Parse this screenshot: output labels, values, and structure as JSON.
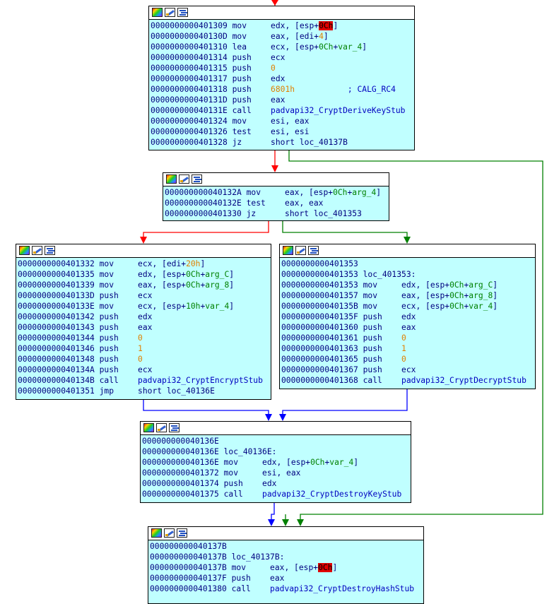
{
  "colors": {
    "node_bg": "#c0ffff",
    "edge_true": "#008000",
    "edge_false": "#ff0000",
    "edge_unconditional": "#0000ff",
    "highlight": "#e00000"
  },
  "icons": [
    "graph-color-icon",
    "edit-node-icon",
    "node-text-icon"
  ],
  "nodes": [
    {
      "lines": [
        [
          {
            "t": "0000000000401309 ",
            "c": "addr"
          },
          {
            "t": "mov     ",
            "c": "kw"
          },
          {
            "t": "edx, [esp+",
            "c": "kw"
          },
          {
            "t": "0Ch",
            "c": "hl"
          },
          {
            "t": "]",
            "c": "kw"
          }
        ],
        [
          {
            "t": "000000000040130D ",
            "c": "addr"
          },
          {
            "t": "mov     ",
            "c": "kw"
          },
          {
            "t": "eax, [edi+",
            "c": "kw"
          },
          {
            "t": "4",
            "c": "num"
          },
          {
            "t": "]",
            "c": "kw"
          }
        ],
        [
          {
            "t": "0000000000401310 ",
            "c": "addr"
          },
          {
            "t": "lea     ",
            "c": "kw"
          },
          {
            "t": "ecx, [esp+",
            "c": "kw"
          },
          {
            "t": "0Ch",
            "c": "grn"
          },
          {
            "t": "+",
            "c": "kw"
          },
          {
            "t": "var_4",
            "c": "grn"
          },
          {
            "t": "]",
            "c": "kw"
          }
        ],
        [
          {
            "t": "0000000000401314 ",
            "c": "addr"
          },
          {
            "t": "push    ",
            "c": "kw"
          },
          {
            "t": "ecx",
            "c": "kw"
          }
        ],
        [
          {
            "t": "0000000000401315 ",
            "c": "addr"
          },
          {
            "t": "push    ",
            "c": "kw"
          },
          {
            "t": "0",
            "c": "num"
          }
        ],
        [
          {
            "t": "0000000000401317 ",
            "c": "addr"
          },
          {
            "t": "push    ",
            "c": "kw"
          },
          {
            "t": "edx",
            "c": "kw"
          }
        ],
        [
          {
            "t": "0000000000401318 ",
            "c": "addr"
          },
          {
            "t": "push    ",
            "c": "kw"
          },
          {
            "t": "6801h",
            "c": "num"
          },
          {
            "t": "           ; CALG_RC4",
            "c": "cmt"
          }
        ],
        [
          {
            "t": "000000000040131D ",
            "c": "addr"
          },
          {
            "t": "push    ",
            "c": "kw"
          },
          {
            "t": "eax",
            "c": "kw"
          }
        ],
        [
          {
            "t": "000000000040131E ",
            "c": "addr"
          },
          {
            "t": "call    ",
            "c": "kw"
          },
          {
            "t": "padvapi32_CryptDeriveKeyStub",
            "c": "fn"
          }
        ],
        [
          {
            "t": "0000000000401324 ",
            "c": "addr"
          },
          {
            "t": "mov     ",
            "c": "kw"
          },
          {
            "t": "esi, eax",
            "c": "kw"
          }
        ],
        [
          {
            "t": "0000000000401326 ",
            "c": "addr"
          },
          {
            "t": "test    ",
            "c": "kw"
          },
          {
            "t": "esi, esi",
            "c": "kw"
          }
        ],
        [
          {
            "t": "0000000000401328 ",
            "c": "addr"
          },
          {
            "t": "jz      ",
            "c": "kw"
          },
          {
            "t": "short loc_40137B",
            "c": "kw"
          }
        ]
      ]
    },
    {
      "lines": [
        [
          {
            "t": "000000000040132A ",
            "c": "addr"
          },
          {
            "t": "mov     ",
            "c": "kw"
          },
          {
            "t": "eax, [esp+",
            "c": "kw"
          },
          {
            "t": "0Ch",
            "c": "grn"
          },
          {
            "t": "+",
            "c": "kw"
          },
          {
            "t": "arg_4",
            "c": "grn"
          },
          {
            "t": "]",
            "c": "kw"
          }
        ],
        [
          {
            "t": "000000000040132E ",
            "c": "addr"
          },
          {
            "t": "test    ",
            "c": "kw"
          },
          {
            "t": "eax, eax",
            "c": "kw"
          }
        ],
        [
          {
            "t": "0000000000401330 ",
            "c": "addr"
          },
          {
            "t": "jz      ",
            "c": "kw"
          },
          {
            "t": "short loc_401353",
            "c": "kw"
          }
        ]
      ]
    },
    {
      "lines": [
        [
          {
            "t": "0000000000401332 ",
            "c": "addr"
          },
          {
            "t": "mov     ",
            "c": "kw"
          },
          {
            "t": "ecx, [edi+",
            "c": "kw"
          },
          {
            "t": "20h",
            "c": "num"
          },
          {
            "t": "]",
            "c": "kw"
          }
        ],
        [
          {
            "t": "0000000000401335 ",
            "c": "addr"
          },
          {
            "t": "mov     ",
            "c": "kw"
          },
          {
            "t": "edx, [esp+",
            "c": "kw"
          },
          {
            "t": "0Ch",
            "c": "grn"
          },
          {
            "t": "+",
            "c": "kw"
          },
          {
            "t": "arg_C",
            "c": "grn"
          },
          {
            "t": "]",
            "c": "kw"
          }
        ],
        [
          {
            "t": "0000000000401339 ",
            "c": "addr"
          },
          {
            "t": "mov     ",
            "c": "kw"
          },
          {
            "t": "eax, [esp+",
            "c": "kw"
          },
          {
            "t": "0Ch",
            "c": "grn"
          },
          {
            "t": "+",
            "c": "kw"
          },
          {
            "t": "arg_8",
            "c": "grn"
          },
          {
            "t": "]",
            "c": "kw"
          }
        ],
        [
          {
            "t": "000000000040133D ",
            "c": "addr"
          },
          {
            "t": "push    ",
            "c": "kw"
          },
          {
            "t": "ecx",
            "c": "kw"
          }
        ],
        [
          {
            "t": "000000000040133E ",
            "c": "addr"
          },
          {
            "t": "mov     ",
            "c": "kw"
          },
          {
            "t": "ecx, [esp+",
            "c": "kw"
          },
          {
            "t": "10h",
            "c": "grn"
          },
          {
            "t": "+",
            "c": "kw"
          },
          {
            "t": "var_4",
            "c": "grn"
          },
          {
            "t": "]",
            "c": "kw"
          }
        ],
        [
          {
            "t": "0000000000401342 ",
            "c": "addr"
          },
          {
            "t": "push    ",
            "c": "kw"
          },
          {
            "t": "edx",
            "c": "kw"
          }
        ],
        [
          {
            "t": "0000000000401343 ",
            "c": "addr"
          },
          {
            "t": "push    ",
            "c": "kw"
          },
          {
            "t": "eax",
            "c": "kw"
          }
        ],
        [
          {
            "t": "0000000000401344 ",
            "c": "addr"
          },
          {
            "t": "push    ",
            "c": "kw"
          },
          {
            "t": "0",
            "c": "num"
          }
        ],
        [
          {
            "t": "0000000000401346 ",
            "c": "addr"
          },
          {
            "t": "push    ",
            "c": "kw"
          },
          {
            "t": "1",
            "c": "num"
          }
        ],
        [
          {
            "t": "0000000000401348 ",
            "c": "addr"
          },
          {
            "t": "push    ",
            "c": "kw"
          },
          {
            "t": "0",
            "c": "num"
          }
        ],
        [
          {
            "t": "000000000040134A ",
            "c": "addr"
          },
          {
            "t": "push    ",
            "c": "kw"
          },
          {
            "t": "ecx",
            "c": "kw"
          }
        ],
        [
          {
            "t": "000000000040134B ",
            "c": "addr"
          },
          {
            "t": "call    ",
            "c": "kw"
          },
          {
            "t": "padvapi32_CryptEncryptStub",
            "c": "fn"
          }
        ],
        [
          {
            "t": "0000000000401351 ",
            "c": "addr"
          },
          {
            "t": "jmp     ",
            "c": "kw"
          },
          {
            "t": "short loc_40136E",
            "c": "kw"
          }
        ]
      ]
    },
    {
      "lines": [
        [
          {
            "t": "0000000000401353",
            "c": "addr"
          }
        ],
        [
          {
            "t": "0000000000401353 ",
            "c": "addr"
          },
          {
            "t": "loc_401353:",
            "c": "kw"
          }
        ],
        [
          {
            "t": "0000000000401353 ",
            "c": "addr"
          },
          {
            "t": "mov     ",
            "c": "kw"
          },
          {
            "t": "edx, [esp+",
            "c": "kw"
          },
          {
            "t": "0Ch",
            "c": "grn"
          },
          {
            "t": "+",
            "c": "kw"
          },
          {
            "t": "arg_C",
            "c": "grn"
          },
          {
            "t": "]",
            "c": "kw"
          }
        ],
        [
          {
            "t": "0000000000401357 ",
            "c": "addr"
          },
          {
            "t": "mov     ",
            "c": "kw"
          },
          {
            "t": "eax, [esp+",
            "c": "kw"
          },
          {
            "t": "0Ch",
            "c": "grn"
          },
          {
            "t": "+",
            "c": "kw"
          },
          {
            "t": "arg_8",
            "c": "grn"
          },
          {
            "t": "]",
            "c": "kw"
          }
        ],
        [
          {
            "t": "000000000040135B ",
            "c": "addr"
          },
          {
            "t": "mov     ",
            "c": "kw"
          },
          {
            "t": "ecx, [esp+",
            "c": "kw"
          },
          {
            "t": "0Ch",
            "c": "grn"
          },
          {
            "t": "+",
            "c": "kw"
          },
          {
            "t": "var_4",
            "c": "grn"
          },
          {
            "t": "]",
            "c": "kw"
          }
        ],
        [
          {
            "t": "000000000040135F ",
            "c": "addr"
          },
          {
            "t": "push    ",
            "c": "kw"
          },
          {
            "t": "edx",
            "c": "kw"
          }
        ],
        [
          {
            "t": "0000000000401360 ",
            "c": "addr"
          },
          {
            "t": "push    ",
            "c": "kw"
          },
          {
            "t": "eax",
            "c": "kw"
          }
        ],
        [
          {
            "t": "0000000000401361 ",
            "c": "addr"
          },
          {
            "t": "push    ",
            "c": "kw"
          },
          {
            "t": "0",
            "c": "num"
          }
        ],
        [
          {
            "t": "0000000000401363 ",
            "c": "addr"
          },
          {
            "t": "push    ",
            "c": "kw"
          },
          {
            "t": "1",
            "c": "num"
          }
        ],
        [
          {
            "t": "0000000000401365 ",
            "c": "addr"
          },
          {
            "t": "push    ",
            "c": "kw"
          },
          {
            "t": "0",
            "c": "num"
          }
        ],
        [
          {
            "t": "0000000000401367 ",
            "c": "addr"
          },
          {
            "t": "push    ",
            "c": "kw"
          },
          {
            "t": "ecx",
            "c": "kw"
          }
        ],
        [
          {
            "t": "0000000000401368 ",
            "c": "addr"
          },
          {
            "t": "call    ",
            "c": "kw"
          },
          {
            "t": "padvapi32_CryptDecryptStub",
            "c": "fn"
          }
        ]
      ]
    },
    {
      "lines": [
        [
          {
            "t": "000000000040136E",
            "c": "addr"
          }
        ],
        [
          {
            "t": "000000000040136E ",
            "c": "addr"
          },
          {
            "t": "loc_40136E:",
            "c": "kw"
          }
        ],
        [
          {
            "t": "000000000040136E ",
            "c": "addr"
          },
          {
            "t": "mov     ",
            "c": "kw"
          },
          {
            "t": "edx, [esp+",
            "c": "kw"
          },
          {
            "t": "0Ch",
            "c": "grn"
          },
          {
            "t": "+",
            "c": "kw"
          },
          {
            "t": "var_4",
            "c": "grn"
          },
          {
            "t": "]",
            "c": "kw"
          }
        ],
        [
          {
            "t": "0000000000401372 ",
            "c": "addr"
          },
          {
            "t": "mov     ",
            "c": "kw"
          },
          {
            "t": "esi, eax",
            "c": "kw"
          }
        ],
        [
          {
            "t": "0000000000401374 ",
            "c": "addr"
          },
          {
            "t": "push    ",
            "c": "kw"
          },
          {
            "t": "edx",
            "c": "kw"
          }
        ],
        [
          {
            "t": "0000000000401375 ",
            "c": "addr"
          },
          {
            "t": "call    ",
            "c": "kw"
          },
          {
            "t": "padvapi32_CryptDestroyKeyStub",
            "c": "fn"
          }
        ]
      ]
    },
    {
      "lines": [
        [
          {
            "t": "000000000040137B",
            "c": "addr"
          }
        ],
        [
          {
            "t": "000000000040137B ",
            "c": "addr"
          },
          {
            "t": "loc_40137B:",
            "c": "kw"
          }
        ],
        [
          {
            "t": "000000000040137B ",
            "c": "addr"
          },
          {
            "t": "mov     ",
            "c": "kw"
          },
          {
            "t": "eax, [esp+",
            "c": "kw"
          },
          {
            "t": "0Ch",
            "c": "hl"
          },
          {
            "t": "]",
            "c": "kw"
          }
        ],
        [
          {
            "t": "000000000040137F ",
            "c": "addr"
          },
          {
            "t": "push    ",
            "c": "kw"
          },
          {
            "t": "eax",
            "c": "kw"
          }
        ],
        [
          {
            "t": "0000000000401380 ",
            "c": "addr"
          },
          {
            "t": "call    ",
            "c": "kw"
          },
          {
            "t": "padvapi32_CryptDestroyHashStub",
            "c": "fn"
          }
        ]
      ]
    }
  ]
}
